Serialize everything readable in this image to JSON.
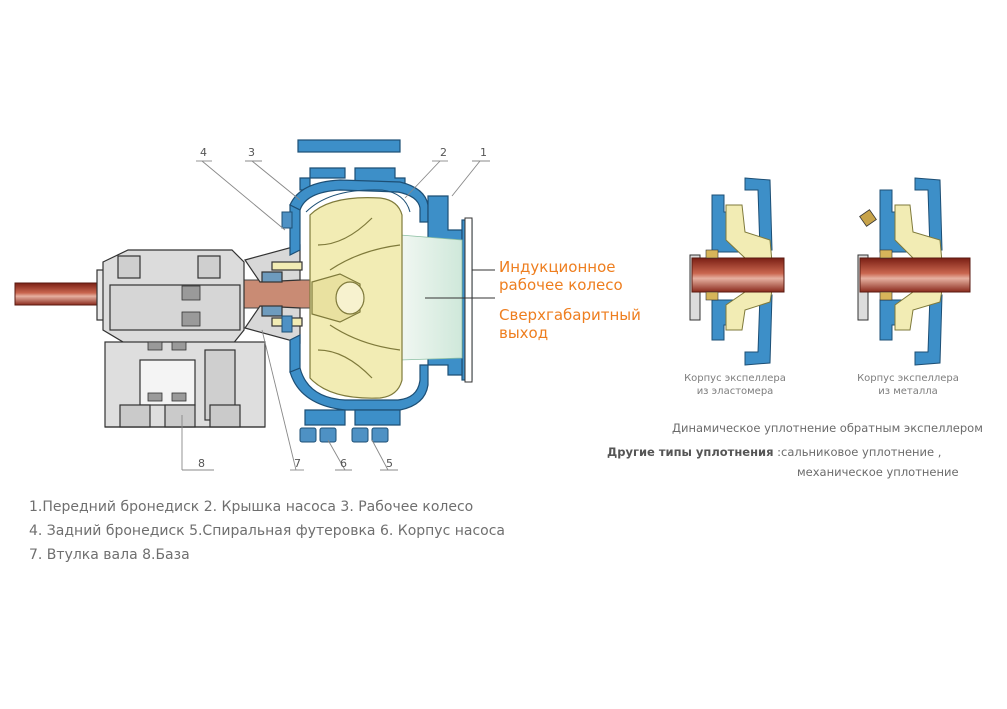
{
  "callouts": [
    "1",
    "2",
    "3",
    "4",
    "5",
    "6",
    "7",
    "8"
  ],
  "labels": {
    "impeller_line1": "Индукционное",
    "impeller_line2": "рабочее колесо",
    "outlet_line1": "Сверхгабаритный",
    "outlet_line2": "выход"
  },
  "expellers": {
    "left_line1": "Корпус экспеллера",
    "left_line2": "из эластомера",
    "right_line1": "Корпус экспеллера",
    "right_line2": "из металла"
  },
  "notes": {
    "dynamic_seal": "Динамическое уплотнение обратным экспеллером",
    "other_types_label": "Другие типы уплотнения",
    "other_types_value": ":сальниковое уплотнение ,",
    "other_types_value2": "механическое уплотнение"
  },
  "legend": [
    "1.Передний бронедиск 2. Крышка насоса 3. Рабочее колесо",
    "4. Задний бронедиск 5.Спиральная футеровка 6. Корпус насоса",
    "7. Втулка вала 8.База"
  ],
  "colors": {
    "casing": "#3d8fc8",
    "liner": "#f2ecb4",
    "shaft": "#a8392a",
    "frame": "#dcdcdc",
    "fluid": "#dff0e6",
    "accent": "#ee7e1f"
  }
}
